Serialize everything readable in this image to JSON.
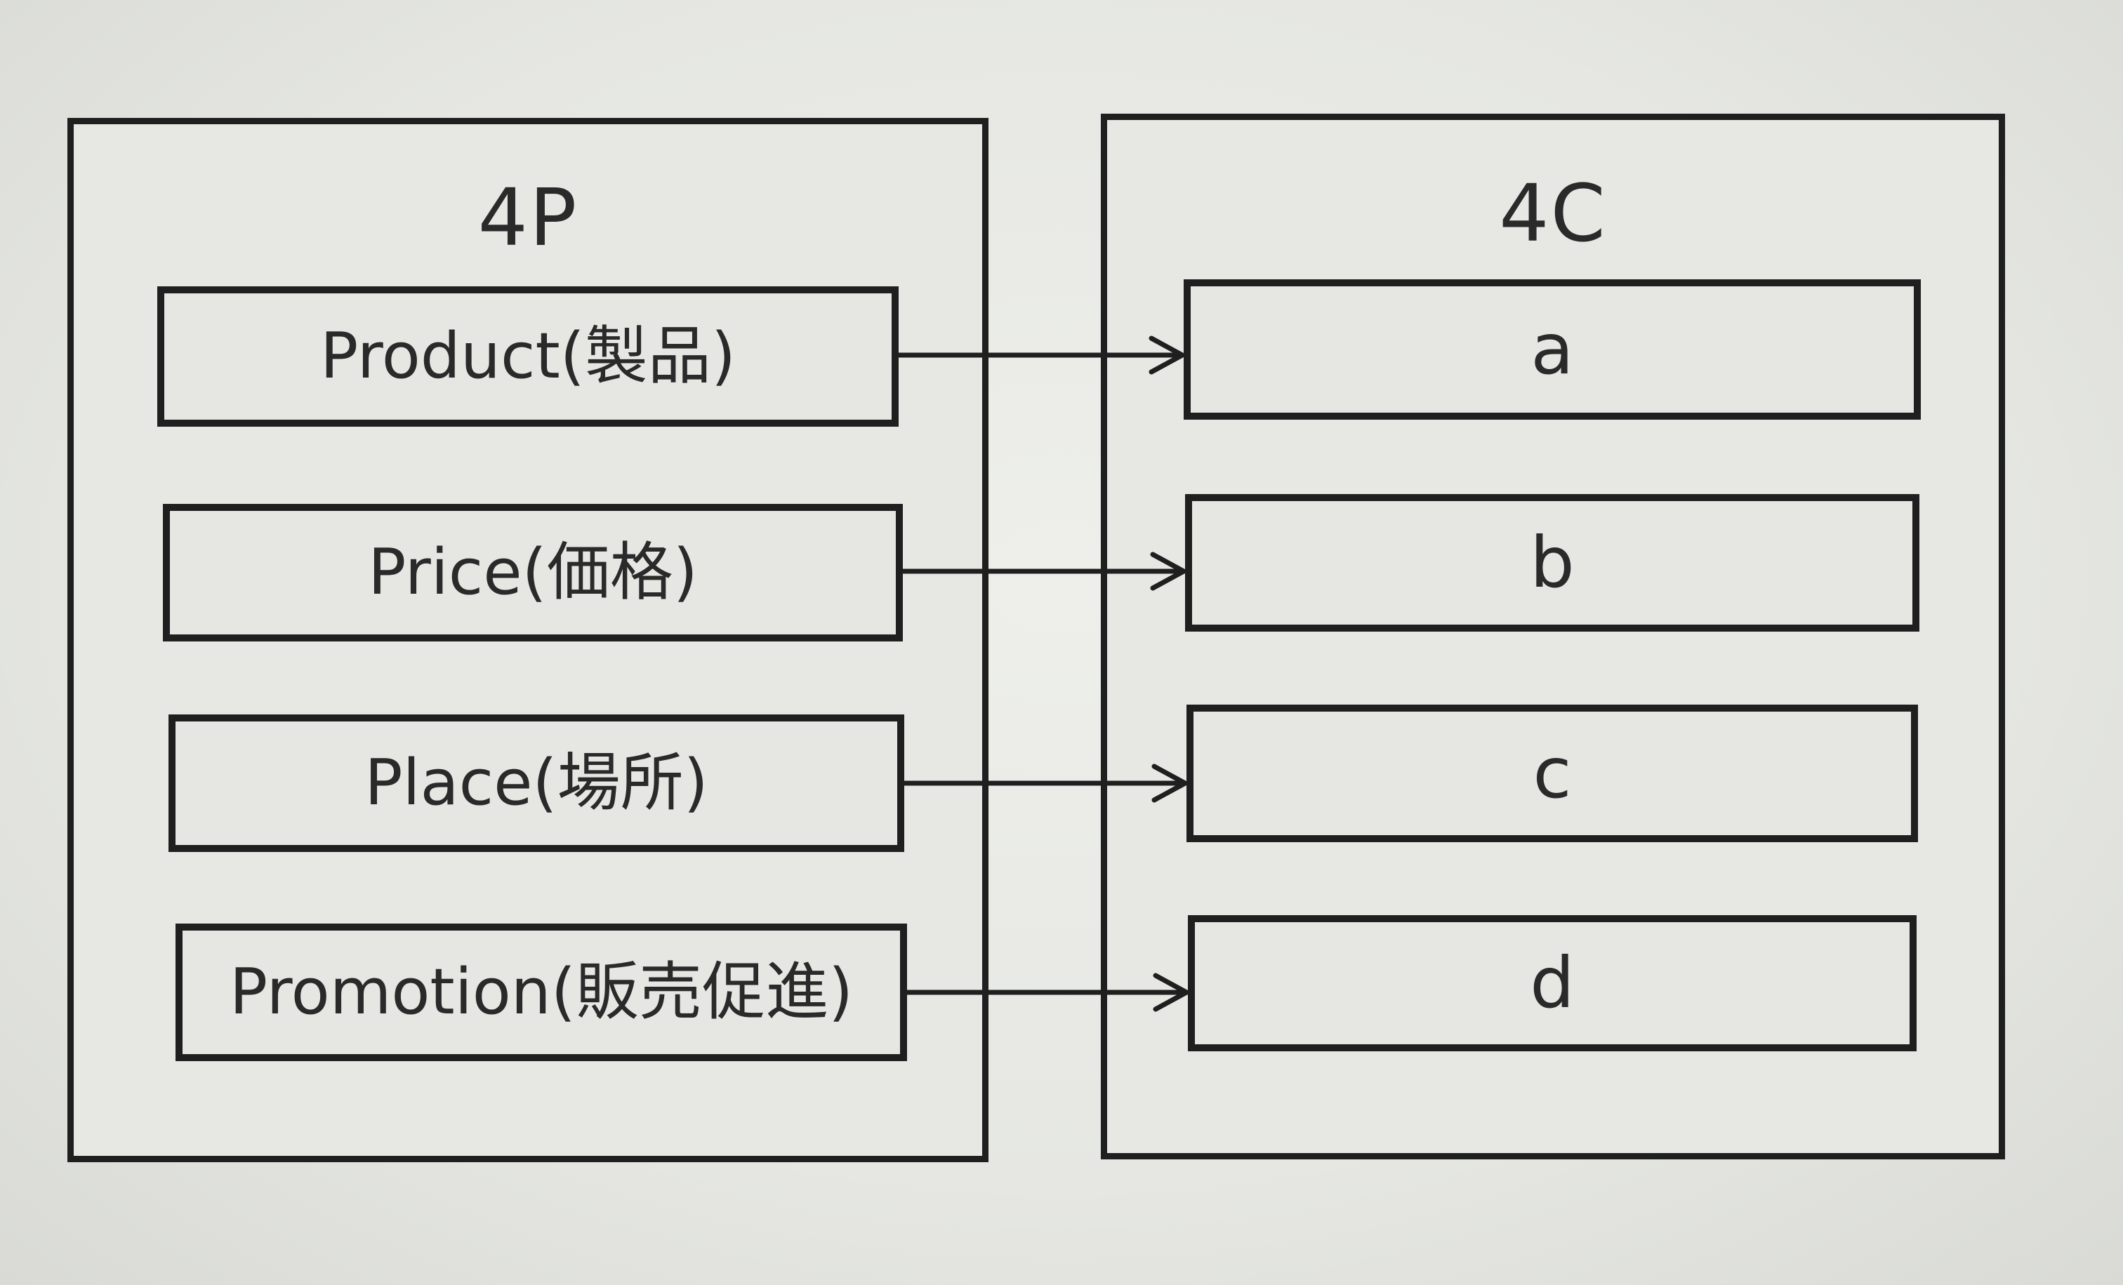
{
  "left_panel": {
    "title": "4P",
    "items": [
      {
        "label": "Product(製品)"
      },
      {
        "label": "Price(価格)"
      },
      {
        "label": "Place(場所)"
      },
      {
        "label": "Promotion(販売促進)"
      }
    ]
  },
  "right_panel": {
    "title": "4C",
    "items": [
      {
        "label": "a"
      },
      {
        "label": "b"
      },
      {
        "label": "c"
      },
      {
        "label": "d"
      }
    ]
  },
  "connectors": [
    {
      "from": "Product(製品)",
      "to": "a"
    },
    {
      "from": "Price(価格)",
      "to": "b"
    },
    {
      "from": "Place(場所)",
      "to": "c"
    },
    {
      "from": "Promotion(販売促進)",
      "to": "d"
    }
  ],
  "colors": {
    "line": "#1f1f1f",
    "background": "#e9eae6"
  }
}
